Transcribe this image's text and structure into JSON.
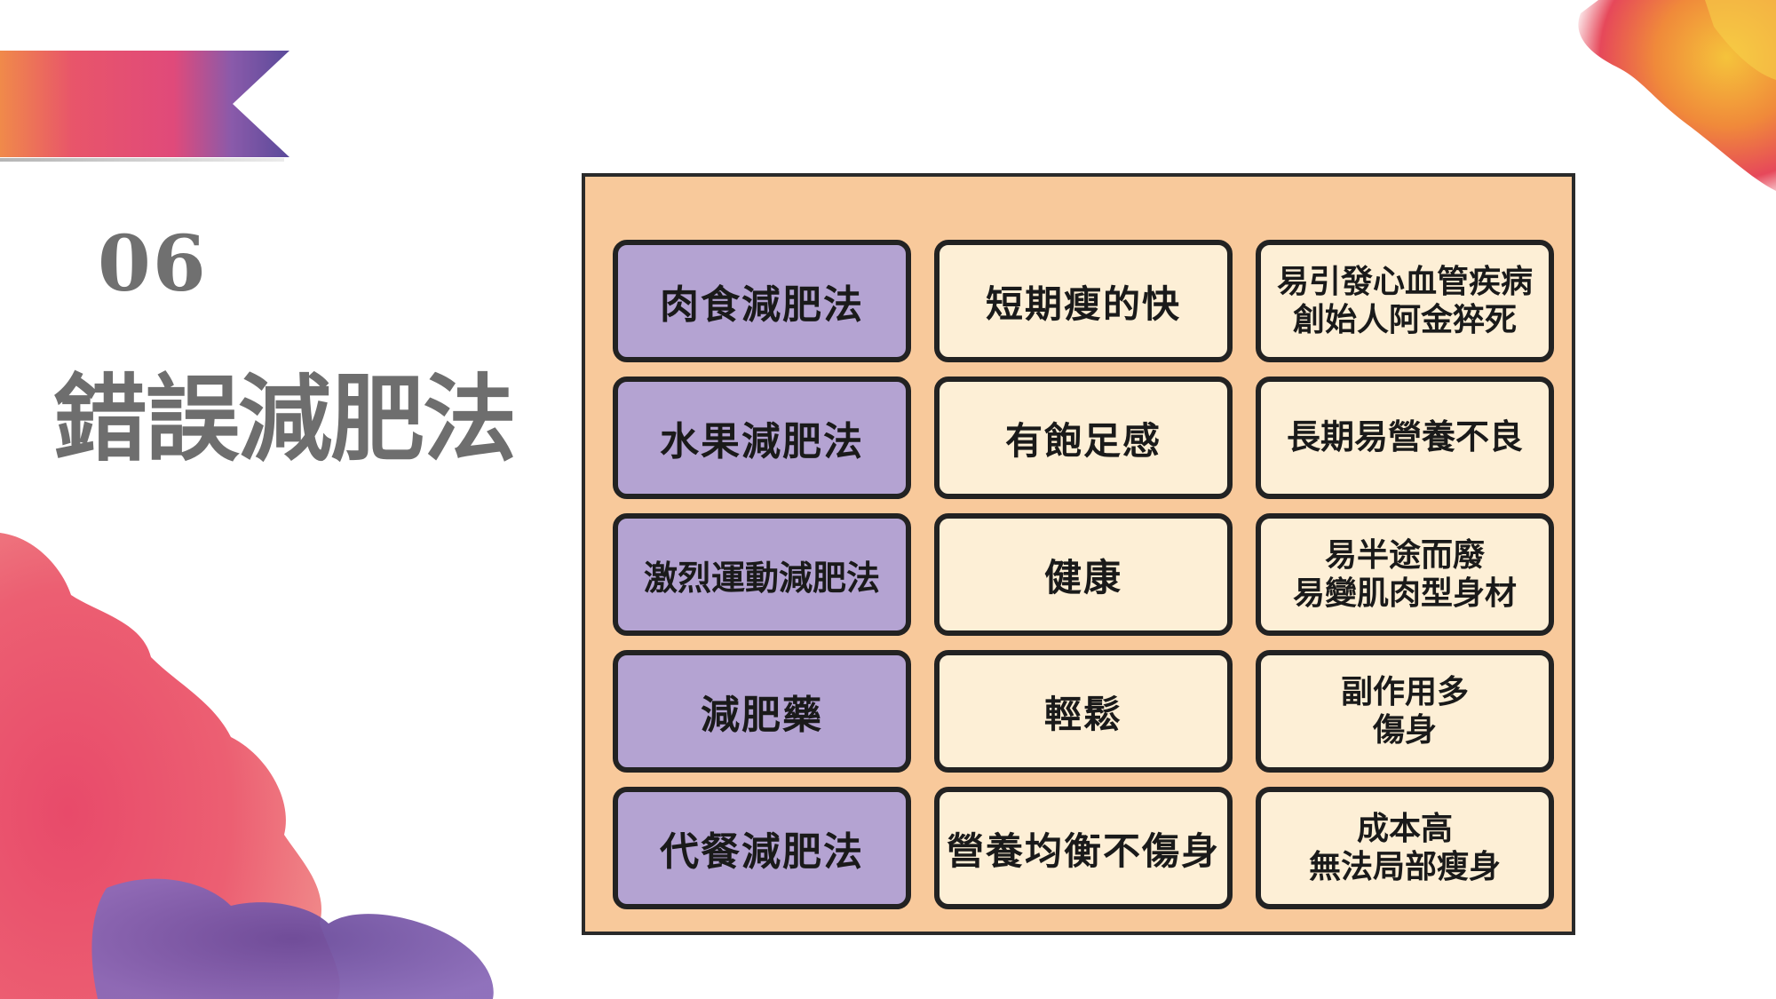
{
  "slide": {
    "number": "06",
    "title": "錯誤減肥法"
  },
  "table": {
    "rows": [
      {
        "method": "肉食減肥法",
        "pro": "短期瘦的快",
        "con": [
          "易引發心血管疾病",
          "創始人阿金猝死"
        ]
      },
      {
        "method": "水果減肥法",
        "pro": "有飽足感",
        "con": [
          "長期易營養不良"
        ]
      },
      {
        "method": "激烈運動減肥法",
        "pro": "健康",
        "con": [
          "易半途而廢",
          "易變肌肉型身材"
        ]
      },
      {
        "method": "減肥藥",
        "pro": "輕鬆",
        "con": [
          "副作用多",
          "傷身"
        ]
      },
      {
        "method": "代餐減肥法",
        "pro": "營養均衡不傷身",
        "con": [
          "成本高",
          "無法局部瘦身"
        ]
      }
    ]
  },
  "colors": {
    "board_background": "#f8c99b",
    "method_cell": "#b4a3d2",
    "info_cell": "#fdefd6",
    "title_text": "#6e6e6e"
  }
}
